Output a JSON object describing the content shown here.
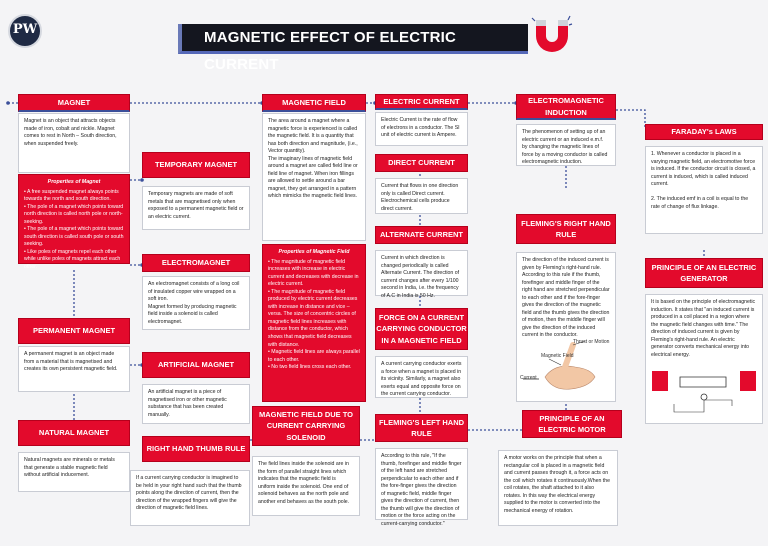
{
  "brand": {
    "logo_text": "PW"
  },
  "title": "MAGNETIC EFFECT OF ELECTRIC CURRENT",
  "sections": {
    "magnet": {
      "heading": "MAGNET",
      "text": "Magnet is an object that attracts objects made of iron, cobalt and nickle. Magnet comes to rest in North – South direction, when suspended freely.",
      "props_heading": "Properties of Magnet",
      "props": [
        "• A free suspended magnet always points towards the north and south direction.",
        "• The pole of a magnet which points toward north direction is called north pole or north-seeking.",
        "• The pole of a magnet which points toward south direction is called south pole or south seeking.",
        "• Like poles of magnets repel each other while unlike poles of magnets attract each other."
      ]
    },
    "permanent": {
      "heading": "PERMANENT MAGNET",
      "text": "A permanent magnet is an object made from a material that is magnetised and creates its own persistent magnetic field."
    },
    "natural": {
      "heading": "NATURAL MAGNET",
      "text": "Natural magnets are minerals or metals that generate a stable magnetic field without artificial inducement."
    },
    "temporary": {
      "heading": "TEMPORARY MAGNET",
      "text": "Temporary magnets are made of soft metals that are magnetised only when exposed to a permanent magnetic field or an electric current."
    },
    "electromagnet": {
      "heading": "ELECTROMAGNET",
      "text": "An electromagnet consists of a long coil of insulated copper wire wrapped on a soft iron.\nMagnet formed by producing magnetic field inside a solenoid is called electromagnet."
    },
    "artificial": {
      "heading": "ARTIFICIAL MAGNET",
      "text": "An artificial magnet is a piece of magnetised iron or other magnetic substance that has been created manually."
    },
    "rhtr": {
      "heading": "RIGHT HAND THUMB RULE",
      "text": "If a current carrying conductor is imagined to be held in your right hand such that the thumb points along the direction of current, then the direction of the wrapped fingers will give the direction of magnetic field lines."
    },
    "field": {
      "heading": "MAGNETIC FIELD",
      "text": "The area around a magnet where a magnetic force is experienced is called the magnetic field. It is a quantity that has both direction and magnitude, (i.e., Vector quantity).\nThe imaginary lines of magnetic field around a magnet are called field line or field line of magnet. When iron fillings are allowed to settle around a bar magnet, they get arranged in a pattern which mimicks the magnetic field lines.",
      "props_heading": "Properties of Magnetic Field",
      "props": [
        "• The magnitude of magnetic field increases with increase in electric current and decreases with decrease in electric current.",
        "• The magnitude of magnetic field produced by electric current decreases with increase in distance and vice – versa. The size of concentric circles of magnetic field lines increases with distance from the conductor, which shows that magnetic field decreases with distance.",
        "• Magnetic field lines are always parallel to each other.",
        "• No two field lines cross each other."
      ]
    },
    "solenoid": {
      "heading": "MAGNETIC FIELD DUE TO CURRENT CARRYING SOLENOID",
      "text": "The field lines inside the solenoid are in the form of parallel straight lines which indicates that the magnetic field is uniform inside the solenoid. One end of solenoid behaves as the north pole and another end behaves as the south pole."
    },
    "current": {
      "heading": "ELECTRIC CURRENT",
      "text": "Electric Current is the rate of flow of electrons in a conductor. The SI unit of electric current is Ampere."
    },
    "dc": {
      "heading": "DIRECT CURRENT",
      "text": "Current that flows in one direction only is called Direct current. Electrochemical cells produce direct current."
    },
    "ac": {
      "heading": "ALTERNATE CURRENT",
      "text": "Current in which direction is changed periodically is called Alternate Current. The direction of current changes after every 1/100 second in India, i.e. the frequency of A.C in India is 50 Hz."
    },
    "force": {
      "heading": "FORCE ON A CURRENT CARRYING CONDUCTOR IN A MAGNETIC FIELD",
      "text": "A current carrying conductor exerts a force when a magnet is placed in its vicinity. Similarly, a magnet also exerts equal and opposite force on the current carrying conductor."
    },
    "flhr": {
      "heading": "FLEMING'S LEFT HAND RULE",
      "text": "According to this rule, \"If the thumb, forefinger and middle finger of the left hand are stretched perpendicular to each other and if the fore-finger gives the direction of magnetic field, middle finger gives the direction of current, then the thumb will give the direction of motion or the force acting on the current-carrying conductor.\""
    },
    "emi": {
      "heading": "ELECTROMAGNETIC INDUCTION",
      "text": "The phenomenon of setting up of an electric current or an induced e.m.f. by changing the magnetic lines of force by a moving conductor is called electromagnetic induction."
    },
    "frhr": {
      "heading": "FLEMING'S RIGHT HAND RULE",
      "text": "The direction of the induced current is given by Fleming's right-hand rule. According to this rule if the thumb, forefinger and middle finger of the right hand are stretched perpendicular to each other and if the fore-finger gives the direction of the magnetic field and the thumb gives the direction of motion, then the middle finger will give the direction of the induced current in the conductor.",
      "labels": {
        "thrust": "Thrust or Motion",
        "field": "Magnetic Field",
        "current": "Current"
      }
    },
    "motor": {
      "heading": "PRINCIPLE OF AN ELECTRIC MOTOR",
      "text": "A motor works on the principle that when a rectangular coil is placed in a magnetic field and current passes through it, a force acts on the coil which rotates it continuously.When the coil rotates, the shaft attached to it also rotates. In this way the electrical energy supplied to the motor is converted into the mechanical energy of rotation."
    },
    "faraday": {
      "heading": "FARADAY's LAWS",
      "text": "1. Whenever a conductor is placed in a varying magnetic field, an electromotive force is induced. If the conductor circuit is closed, a current is induced, which is called induced current.\n\n2. The induced emf in a coil is equal to the rate of change of flux linkage."
    },
    "generator": {
      "heading": "PRINCIPLE OF AN ELECTRIC GENERATOR",
      "text": "It is based on the principle of electromagnetic induction. It states that \"an induced current is produced in a coil placed in a region where the magnetic field changes with time.\" The direction of induced current is given by Fleming's right-hand rule. An electric generator converts mechanical energy into electrical energy."
    }
  },
  "colors": {
    "accent": "#e30a2c",
    "title_bg": "#14161f",
    "connector": "#3b4f9a"
  }
}
